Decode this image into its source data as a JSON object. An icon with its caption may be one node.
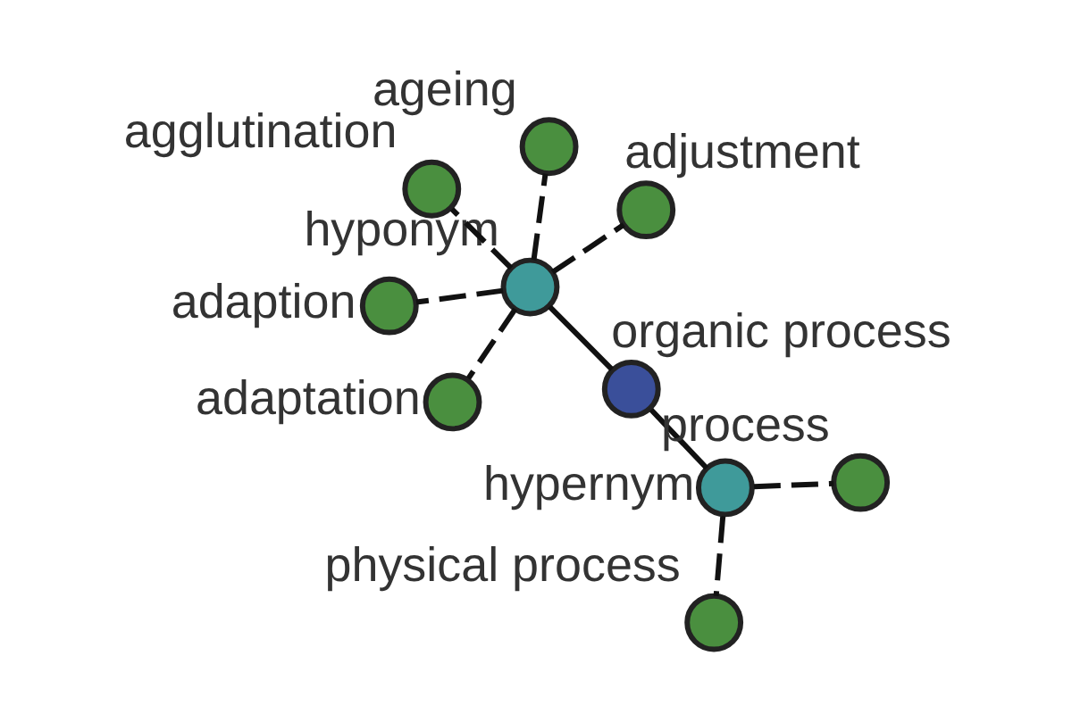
{
  "diagram": {
    "nodes": [
      {
        "text": [
          "organic process"
        ]
      },
      {
        "text": [
          "hyponym"
        ]
      },
      {
        "text": [
          "hypernym"
        ]
      },
      {
        "text": [
          "adaption"
        ]
      },
      {
        "text": [
          "ageing"
        ]
      },
      {
        "text": [
          "adaptation"
        ]
      },
      {
        "text": [
          "adjustment"
        ]
      },
      {
        "text": [
          "agglutination"
        ]
      },
      {
        "text": [
          "physical process"
        ]
      },
      {
        "text": [
          "process"
        ]
      }
    ],
    "edges": [
      {
        "from": 1,
        "to": 0,
        "arrow": "none"
      },
      {
        "from": 0,
        "to": 2,
        "arrow": "none"
      },
      {
        "from": 1,
        "to": 3,
        "arrow": "none",
        "style": "dashed"
      },
      {
        "from": 1,
        "to": 4,
        "arrow": "none",
        "style": "dashed"
      },
      {
        "from": 1,
        "to": 5,
        "arrow": "none",
        "style": "dashed"
      },
      {
        "from": 1,
        "to": 6,
        "arrow": "none",
        "style": "dashed"
      },
      {
        "from": 1,
        "to": 7,
        "arrow": "none",
        "style": "dashed"
      },
      {
        "from": 2,
        "to": 8,
        "arrow": "none",
        "style": "dashed"
      },
      {
        "from": 2,
        "to": 9,
        "arrow": "none",
        "style": "dashed"
      }
    ]
  }
}
